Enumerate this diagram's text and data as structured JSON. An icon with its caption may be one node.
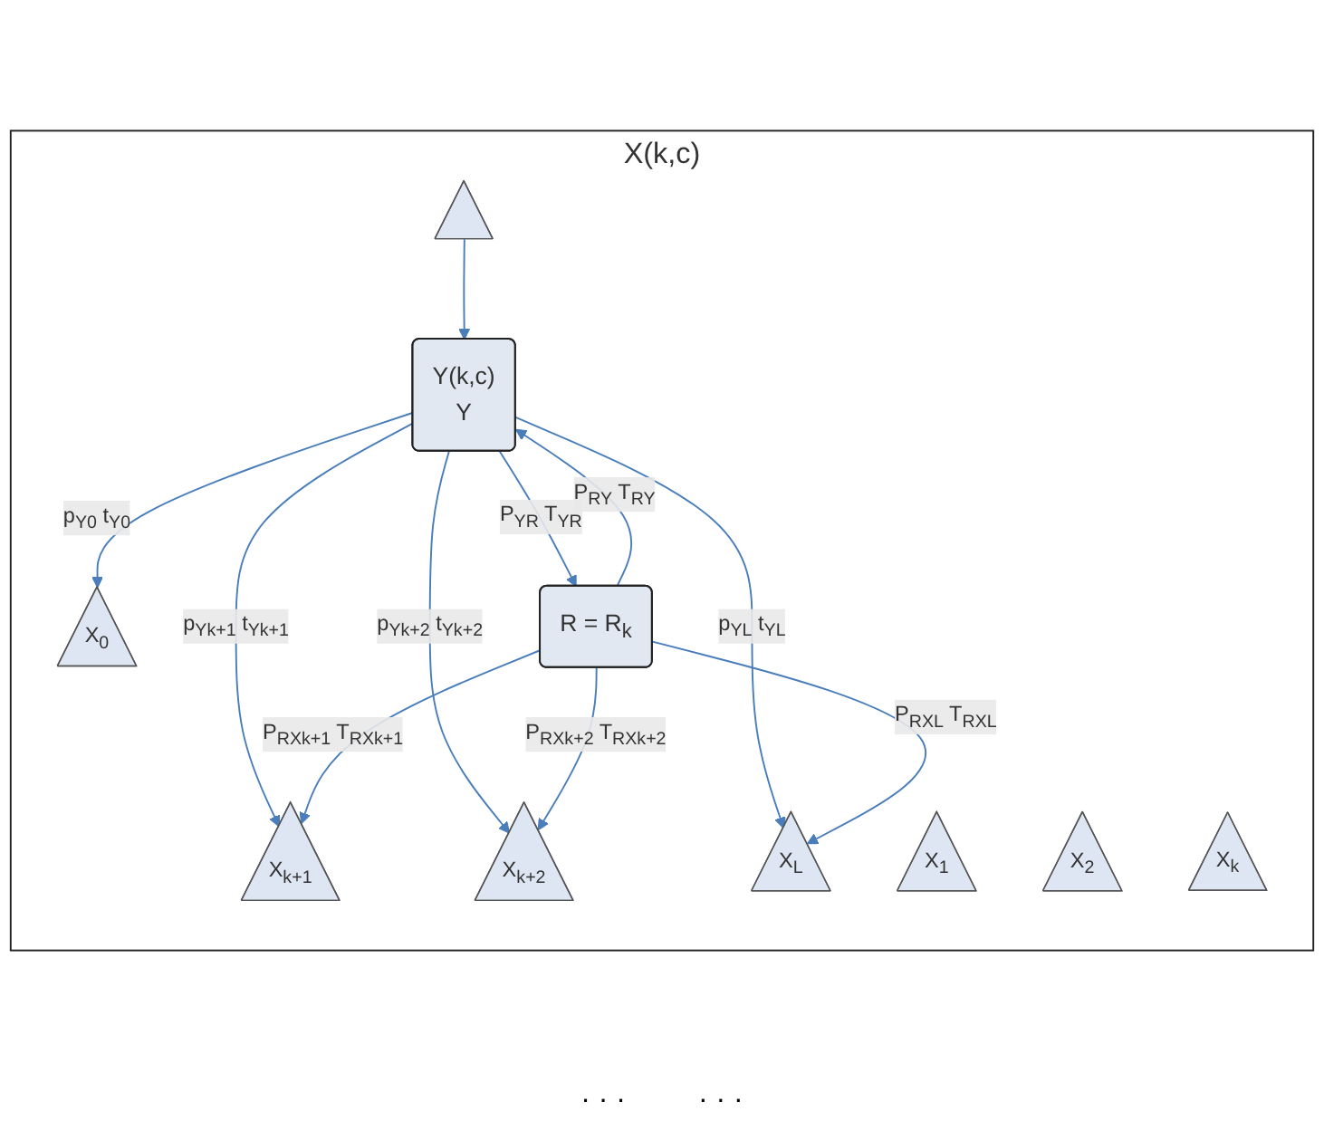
{
  "diagram": {
    "nodes": [
      {
        "text": [
          "X(k,c)"
        ]
      },
      {
        "text": [
          "Y(k,c)",
          "Y"
        ],
        "in": 0
      },
      {
        "text": [
          "R = R$_{k}$"
        ],
        "in": 0
      },
      {
        "text": [],
        "shape": "triangle",
        "in": 0
      },
      {
        "text": [
          "X$_{0}$"
        ],
        "in": 0
      },
      {
        "text": [
          "X$_{1}$"
        ],
        "in": 0
      },
      {
        "text": [
          "X$_{2}$"
        ],
        "in": 0
      },
      {
        "text": [
          "X$_{k}$"
        ],
        "in": 0
      },
      {
        "text": [
          "X$_{k+1}$"
        ],
        "in": 0
      },
      {
        "text": [
          "X$_{k+2}$"
        ],
        "in": 0
      },
      {
        "text": [
          "X$_{L}$"
        ],
        "in": 0
      }
    ],
    "edges": [
      {
        "from": 3,
        "to": 1,
        "arrow": "to"
      },
      {
        "from": 1,
        "to": 4,
        "arrow": "to",
        "label": "p$_{Y0}$ t$_{Y0}$"
      },
      {
        "from": 1,
        "to": 2,
        "arrow": "to",
        "label": "P$_{YR}$ T$_{YR}$"
      },
      {
        "from": 2,
        "to": 1,
        "arrow": "to",
        "label": "P$_{RY}$ T$_{RY}$"
      },
      {
        "from": 1,
        "to": 8,
        "arrow": "to",
        "label": "p$_{Yk+1}$ t$_{Yk+1}$"
      },
      {
        "from": 1,
        "to": 9,
        "arrow": "to",
        "label": "p$_{Yk+2}$ t$_{Yk+2}$"
      },
      {
        "from": 1,
        "to": 10,
        "arrow": "to",
        "label": "p$_{YL}$ t$_{YL}$"
      },
      {
        "from": 2,
        "to": 8,
        "arrow": "to",
        "label": "P$_{RXk+1}$ T$_{RXk+1}$"
      },
      {
        "from": 2,
        "to": 9,
        "arrow": "to",
        "label": "P$_{RXk+2}$ T$_{RXk+2}$"
      },
      {
        "from": 2,
        "to": 10,
        "arrow": "to",
        "label": "P$_{RXL}$ T$_{RXL}$"
      }
    ],
    "labels": [
      "· · ·",
      "· · ·"
    ]
  }
}
